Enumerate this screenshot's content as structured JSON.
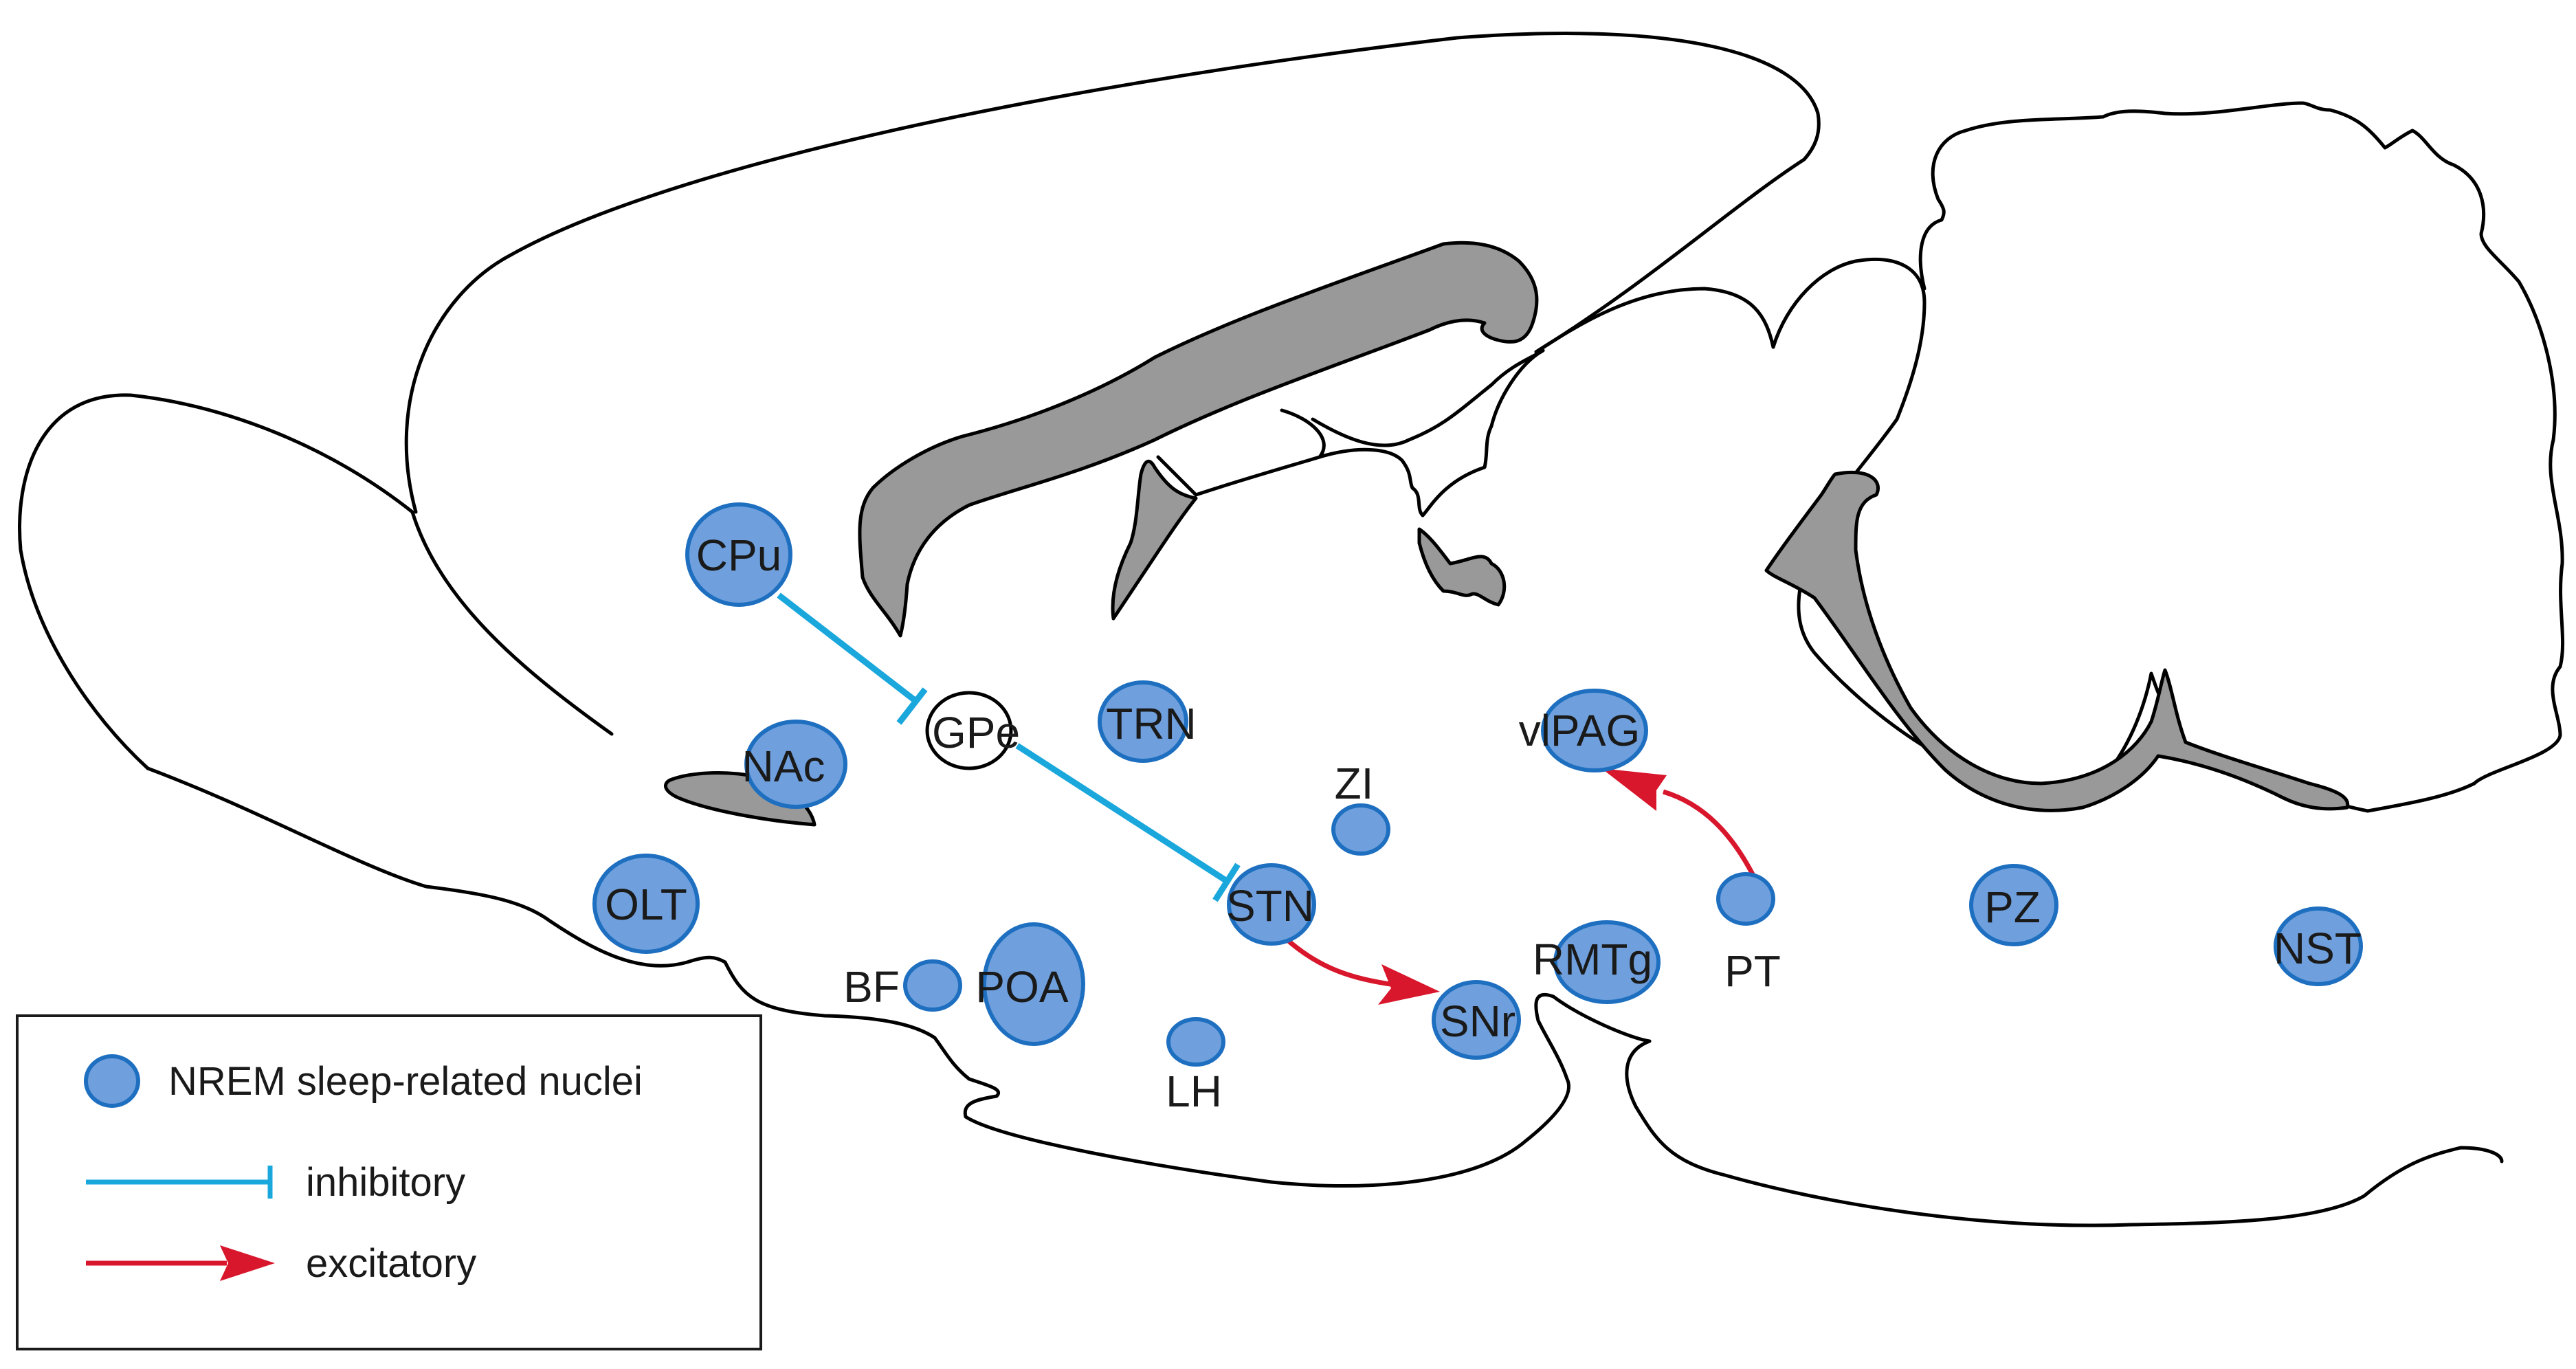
{
  "nuclei": {
    "cpu": "CPu",
    "nac": "NAc",
    "olt": "OLT",
    "gpe": "GPe",
    "trn": "TRN",
    "zi": "ZI",
    "stn": "STN",
    "bf": "BF",
    "poa": "POA",
    "lh": "LH",
    "snr": "SNr",
    "vlpag": "vlPAG",
    "rmtg": "RMTg",
    "pt": "PT",
    "pz": "PZ",
    "nst": "NST"
  },
  "legend": {
    "nucleus_label": "NREM sleep-related nuclei",
    "inhibitory_label": "inhibitory",
    "excitatory_label": "excitatory"
  },
  "colors": {
    "nucleus_fill": "#6fa0dd",
    "nucleus_stroke": "#1e6fc0",
    "inhibitory": "#1aa7dc",
    "excitatory": "#d8172c",
    "ventricle": "#999999"
  }
}
